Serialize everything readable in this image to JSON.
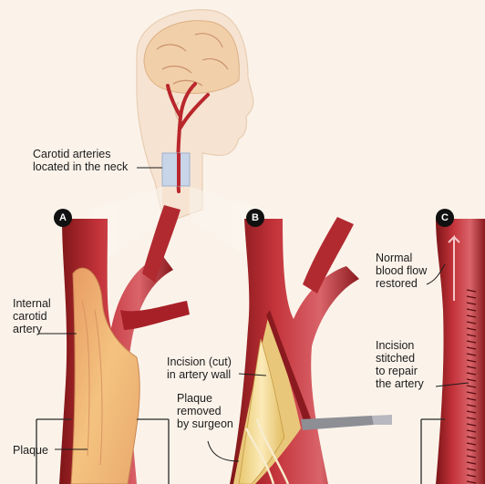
{
  "labels": {
    "carotid_location": "Carotid arteries\nlocated in the neck",
    "internal_carotid": "Internal\ncarotid\nartery",
    "plaque": "Plaque",
    "incision": "Incision (cut)\nin artery wall",
    "plaque_removed": "Plaque\nremoved\nby surgeon",
    "normal_flow": "Normal\nblood flow\nrestored",
    "incision_stitched": "Incision\nstitched\nto repair\nthe artery"
  },
  "steps": [
    "A",
    "B",
    "C"
  ],
  "colors": {
    "background": "#fbf3ea",
    "skin": "#f7e7d6",
    "brain": "#f1cfa9",
    "artery": "#b9262c",
    "artery_dark": "#7d1517",
    "plaque": "#f0d089",
    "badge": "#111111"
  }
}
